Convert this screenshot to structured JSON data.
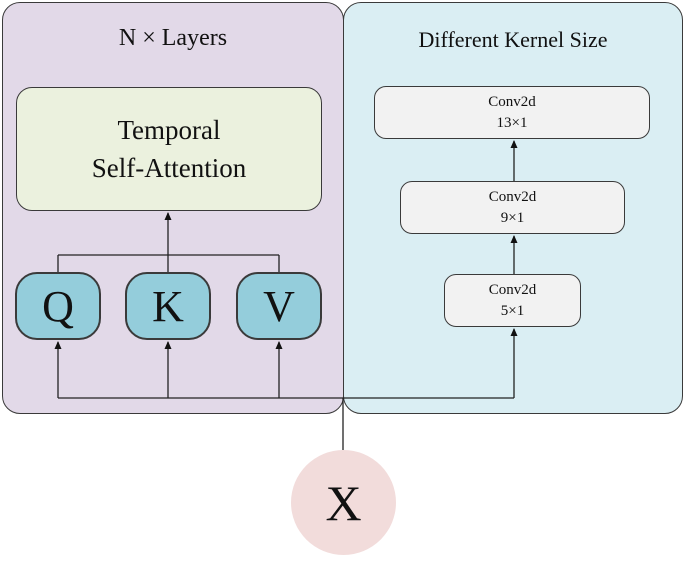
{
  "left_panel": {
    "title": "N × Layers",
    "attention": {
      "line1": "Temporal",
      "line2": "Self-Attention"
    },
    "q": "Q",
    "k": "K",
    "v": "V"
  },
  "right_panel": {
    "title": "Different Kernel Size",
    "convs": [
      {
        "name": "Conv2d",
        "size": "13×1"
      },
      {
        "name": "Conv2d",
        "size": "9×1"
      },
      {
        "name": "Conv2d",
        "size": "5×1"
      }
    ]
  },
  "input": {
    "label": "X"
  },
  "colors": {
    "left_panel_bg": "#e2d9e8",
    "right_panel_bg": "#daeef3",
    "attention_bg": "#ebf1de",
    "qkv_bg": "#94cddb",
    "conv_bg": "#f2f2f2",
    "input_bg": "#f2dcdb"
  }
}
